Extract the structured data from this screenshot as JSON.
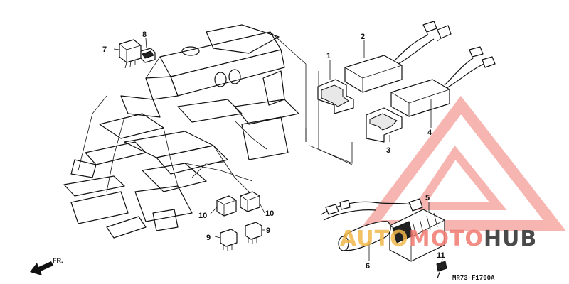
{
  "diagram": {
    "code": "MR73-F1700A",
    "front_label": "FR.",
    "callouts": {
      "c1": "1",
      "c2": "2",
      "c3": "3",
      "c4": "4",
      "c5": "5",
      "c6": "6",
      "c7": "7",
      "c8": "8",
      "c9a": "9",
      "c9b": "9",
      "c10a": "10",
      "c10b": "10",
      "c11": "11"
    }
  },
  "watermark": {
    "part1": "AUTO",
    "part2": "MOTO",
    "part3": "HUB",
    "colors": {
      "yellow": "#f2b84a",
      "red": "#f07a70",
      "gray": "#4a4a4a"
    }
  }
}
